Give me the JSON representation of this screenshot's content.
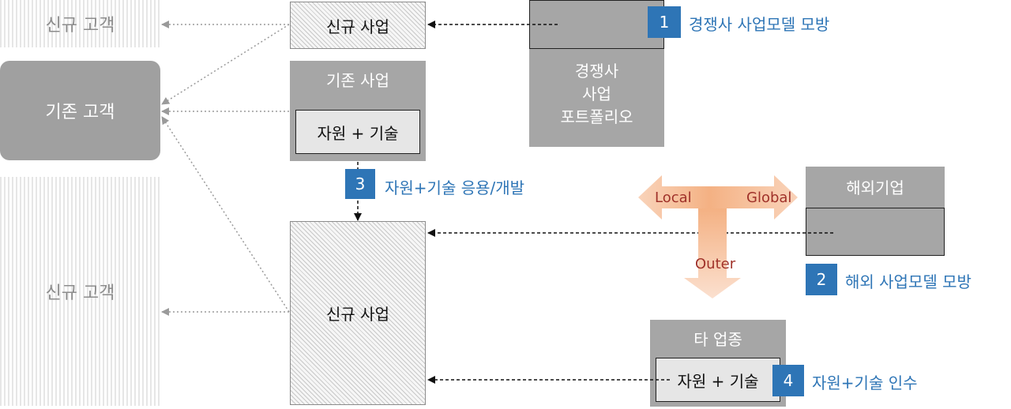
{
  "customers": {
    "new_top": "신규 고객",
    "existing": "기존 고객",
    "new_bottom": "신규 고객"
  },
  "business": {
    "new_top": "신규 사업",
    "existing_title": "기존 사업",
    "existing_inner": "자원 + 기술",
    "new_main": "신규 사업"
  },
  "competitor": {
    "portfolio": [
      "경쟁사",
      "사업",
      "포트폴리오"
    ]
  },
  "overseas": {
    "title": "해외기업"
  },
  "other_industry": {
    "title": "타 업종",
    "inner": "자원 + 기술"
  },
  "strategies": [
    {
      "num": "1",
      "text": "경쟁사 사업모델 모방"
    },
    {
      "num": "2",
      "text": "해외 사업모델 모방"
    },
    {
      "num": "3",
      "text": "자원+기술 응용/개발"
    },
    {
      "num": "4",
      "text": "자원+기술 인수"
    }
  ],
  "direction": {
    "left": "Local",
    "right": "Global",
    "down": "Outer"
  },
  "colors": {
    "accent_blue": "#2e75b6",
    "box_gray": "#a6a6a6",
    "existing_customer_gray": "#a0a0a0",
    "arrow_orange": "#f4b183"
  }
}
